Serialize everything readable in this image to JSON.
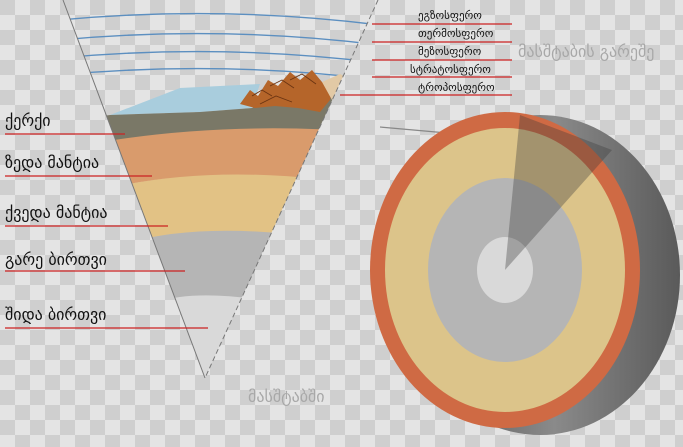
{
  "atmosphere_labels": [
    "ეგზოსფერო",
    "თერმოსფერო",
    "მეზოსფერო",
    "სტრატოსფერო",
    "ტროპოსფერო"
  ],
  "layer_labels": [
    "ქერქი",
    "ზედა მანტია",
    "ქვედა მანტია",
    "გარე ბირთვი",
    "შიდა ბირთვი"
  ],
  "scale_notes": {
    "not_to_scale": "მასშტაბის გარეშე",
    "to_scale": "მასშტაბში"
  },
  "colors": {
    "guide_line": "#cc2222",
    "atmosphere_arc": "#5c8fc0",
    "ocean": "#a9cddd",
    "crust": "#7a7867",
    "upper_mantle": "#d99b6c",
    "lower_mantle": "#e2c285",
    "outer_core": "#b5b5b5",
    "inner_core": "#d9d9d9",
    "mountains": "#b5652a",
    "globe_crust_mantle": "#cf6a44",
    "globe_lower_mantle": "#dcc48a",
    "globe_side": "#6f6f6f"
  }
}
